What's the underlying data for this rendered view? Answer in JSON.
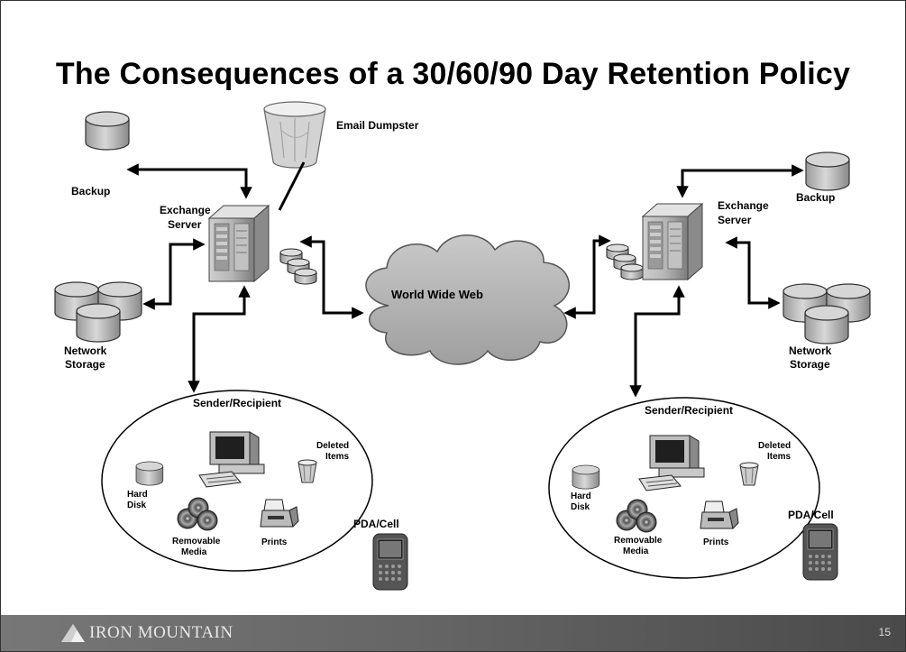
{
  "title": "The Consequences of a 30/60/90 Day Retention Policy",
  "labels": {
    "email_dumpster": "Email Dumpster",
    "backup": "Backup",
    "exchange": "Exchange",
    "server": "Server",
    "network": "Network",
    "storage": "Storage",
    "world_wide_web": "World Wide Web",
    "sender_recipient": "Sender/Recipient",
    "deleted": "Deleted",
    "items": "Items",
    "hard": "Hard",
    "disk": "Disk",
    "removable": "Removable",
    "media": "Media",
    "prints": "Prints",
    "pda_cell": "PDA/Cell"
  },
  "footer": {
    "brand": "IRON MOUNTAIN",
    "page_number": "15"
  }
}
